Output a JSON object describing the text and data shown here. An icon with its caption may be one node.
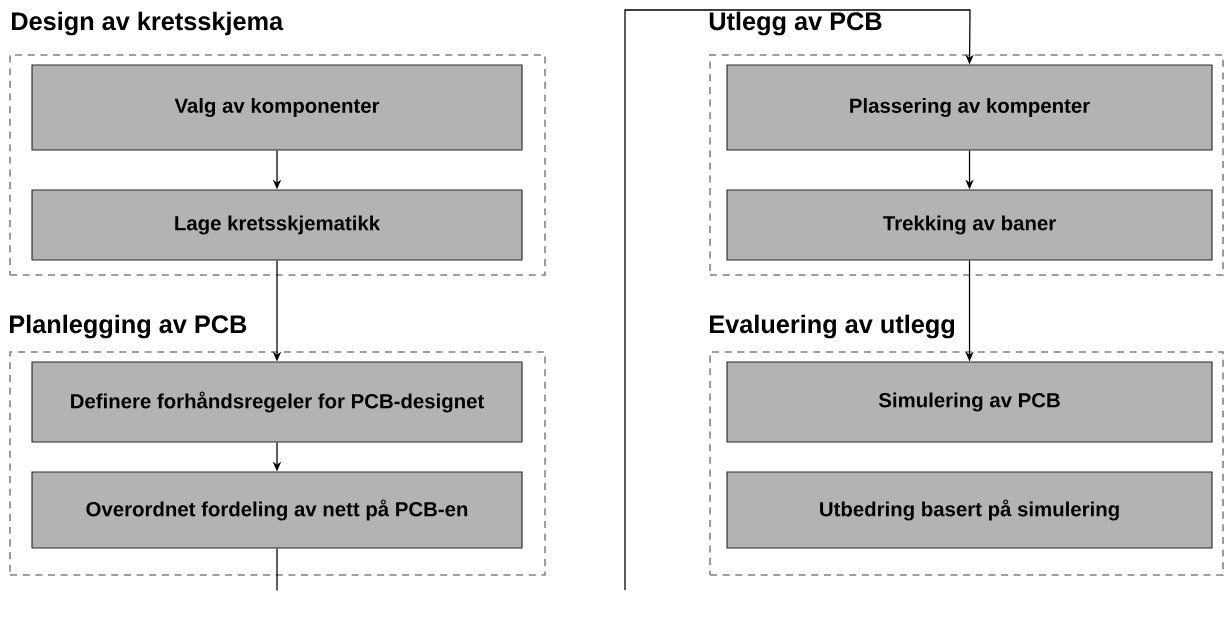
{
  "diagram": {
    "nodes": [
      {
        "text": [
          "Design av kretsskjema"
        ]
      },
      {
        "text": [
          "Valg av komponenter"
        ],
        "in": 0
      },
      {
        "text": [
          "Lage kretsskjematikk"
        ],
        "in": 0
      },
      {
        "text": [
          "Planlegging av PCB"
        ]
      },
      {
        "text": [
          "Definere forhåndsregeler for PCB-designet"
        ],
        "in": 3
      },
      {
        "text": [
          "Overordnet fordeling av nett på PCB-en"
        ],
        "in": 3
      },
      {
        "text": [
          "Utlegg av PCB"
        ]
      },
      {
        "text": [
          "Plassering av kompenter"
        ],
        "in": 6
      },
      {
        "text": [
          "Trekking av baner"
        ],
        "in": 6
      },
      {
        "text": [
          "Evaluering av utlegg"
        ]
      },
      {
        "text": [
          "Simulering av PCB"
        ],
        "in": 9
      },
      {
        "text": [
          "Utbedring basert på simulering"
        ],
        "in": 9
      }
    ],
    "edges": [
      {
        "from": 1,
        "to": 2,
        "arrow": "to"
      },
      {
        "from": 2,
        "to": 4,
        "arrow": "to"
      },
      {
        "from": 4,
        "to": 5,
        "arrow": "to"
      },
      {
        "from": 5,
        "to": null,
        "arrow": "none"
      },
      {
        "from": null,
        "to": 7,
        "arrow": "to"
      },
      {
        "from": 7,
        "to": 8,
        "arrow": "to"
      },
      {
        "from": 8,
        "to": 10,
        "arrow": "to"
      }
    ]
  }
}
